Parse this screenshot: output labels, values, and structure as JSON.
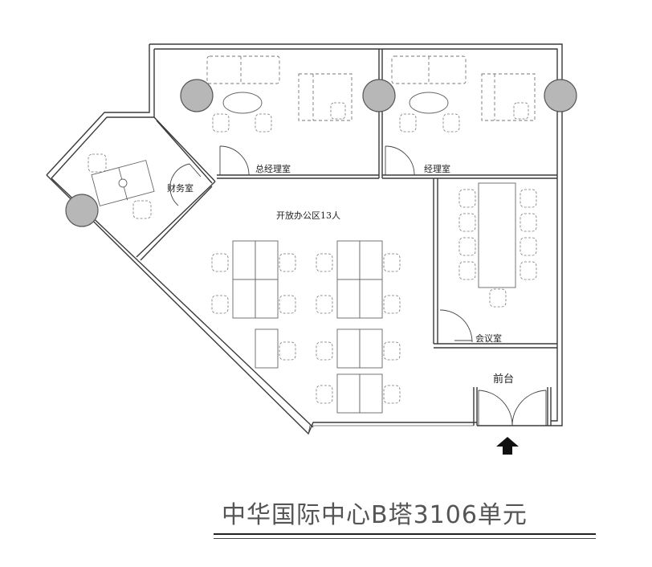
{
  "rooms": {
    "general_manager": "总经理室",
    "manager": "经理室",
    "finance": "财务室",
    "open_office": "开放办公区13人",
    "meeting": "会议室",
    "reception": "前台"
  },
  "title": "中华国际中心B塔3106单元",
  "icons": {
    "entrance": "entrance-arrow-icon",
    "column": "column-icon"
  },
  "colors": {
    "column_fill": "#b7b7b7",
    "wall": "#3a3a3a",
    "title_text": "#555555"
  }
}
